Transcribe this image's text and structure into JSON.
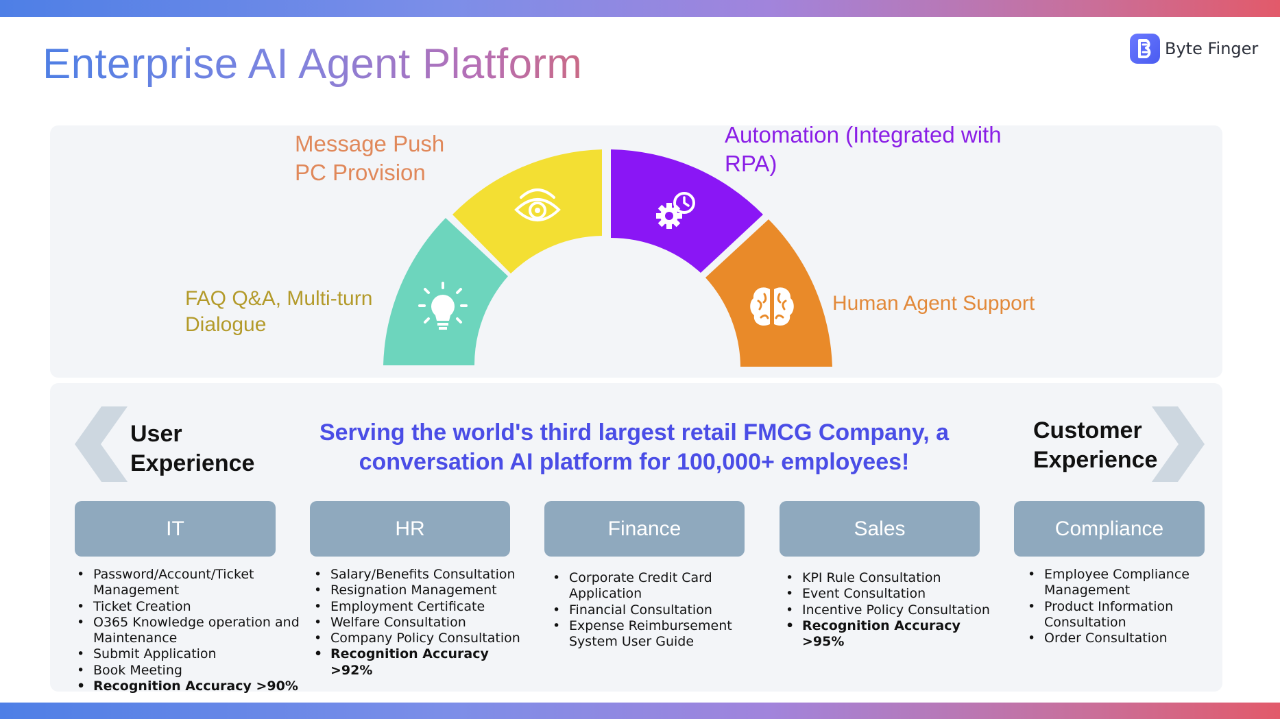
{
  "header": {
    "title": "Enterprise AI Agent Platform",
    "logo_text": "Byte Finger"
  },
  "capabilities": {
    "faq": "FAQ Q&A, Multi-turn\nDialogue",
    "message_push": "Message Push\nPC Provision",
    "automation": "Automation (Integrated with\nRPA)",
    "human": "Human Agent Support",
    "segment_colors": {
      "faq": "#6dd5bd",
      "message_push": "#f3df33",
      "automation": "#8a16f5",
      "human": "#e98a29"
    },
    "icons": [
      "lightbulb-icon",
      "eye-icon",
      "gear-clock-icon",
      "brain-icon"
    ]
  },
  "banner": {
    "user_experience": "User\nExperience",
    "customer_experience": "Customer\nExperience",
    "headline": "Serving the world's third largest retail FMCG Company, a conversation AI platform for 100,000+ employees!"
  },
  "departments": [
    {
      "name": "IT",
      "items": [
        "Password/Account/Ticket Management",
        "Ticket Creation",
        "O365 Knowledge operation and Maintenance",
        "Submit Application",
        "Book Meeting",
        "Recognition Accuracy >90%"
      ]
    },
    {
      "name": "HR",
      "items": [
        "Salary/Benefits Consultation",
        "Resignation Management",
        "Employment Certificate",
        "Welfare Consultation",
        "Company Policy Consultation",
        "Recognition Accuracy >92%"
      ]
    },
    {
      "name": "Finance",
      "items": [
        "Corporate Credit Card Application",
        "Financial Consultation",
        "Expense Reimbursement System User Guide"
      ]
    },
    {
      "name": "Sales",
      "items": [
        "KPI Rule Consultation",
        "Event Consultation",
        "Incentive Policy Consultation",
        "Recognition Accuracy >95%"
      ]
    },
    {
      "name": "Compliance",
      "items": [
        "Employee Compliance Management",
        "Product Information Consultation",
        "Order Consultation"
      ]
    }
  ]
}
